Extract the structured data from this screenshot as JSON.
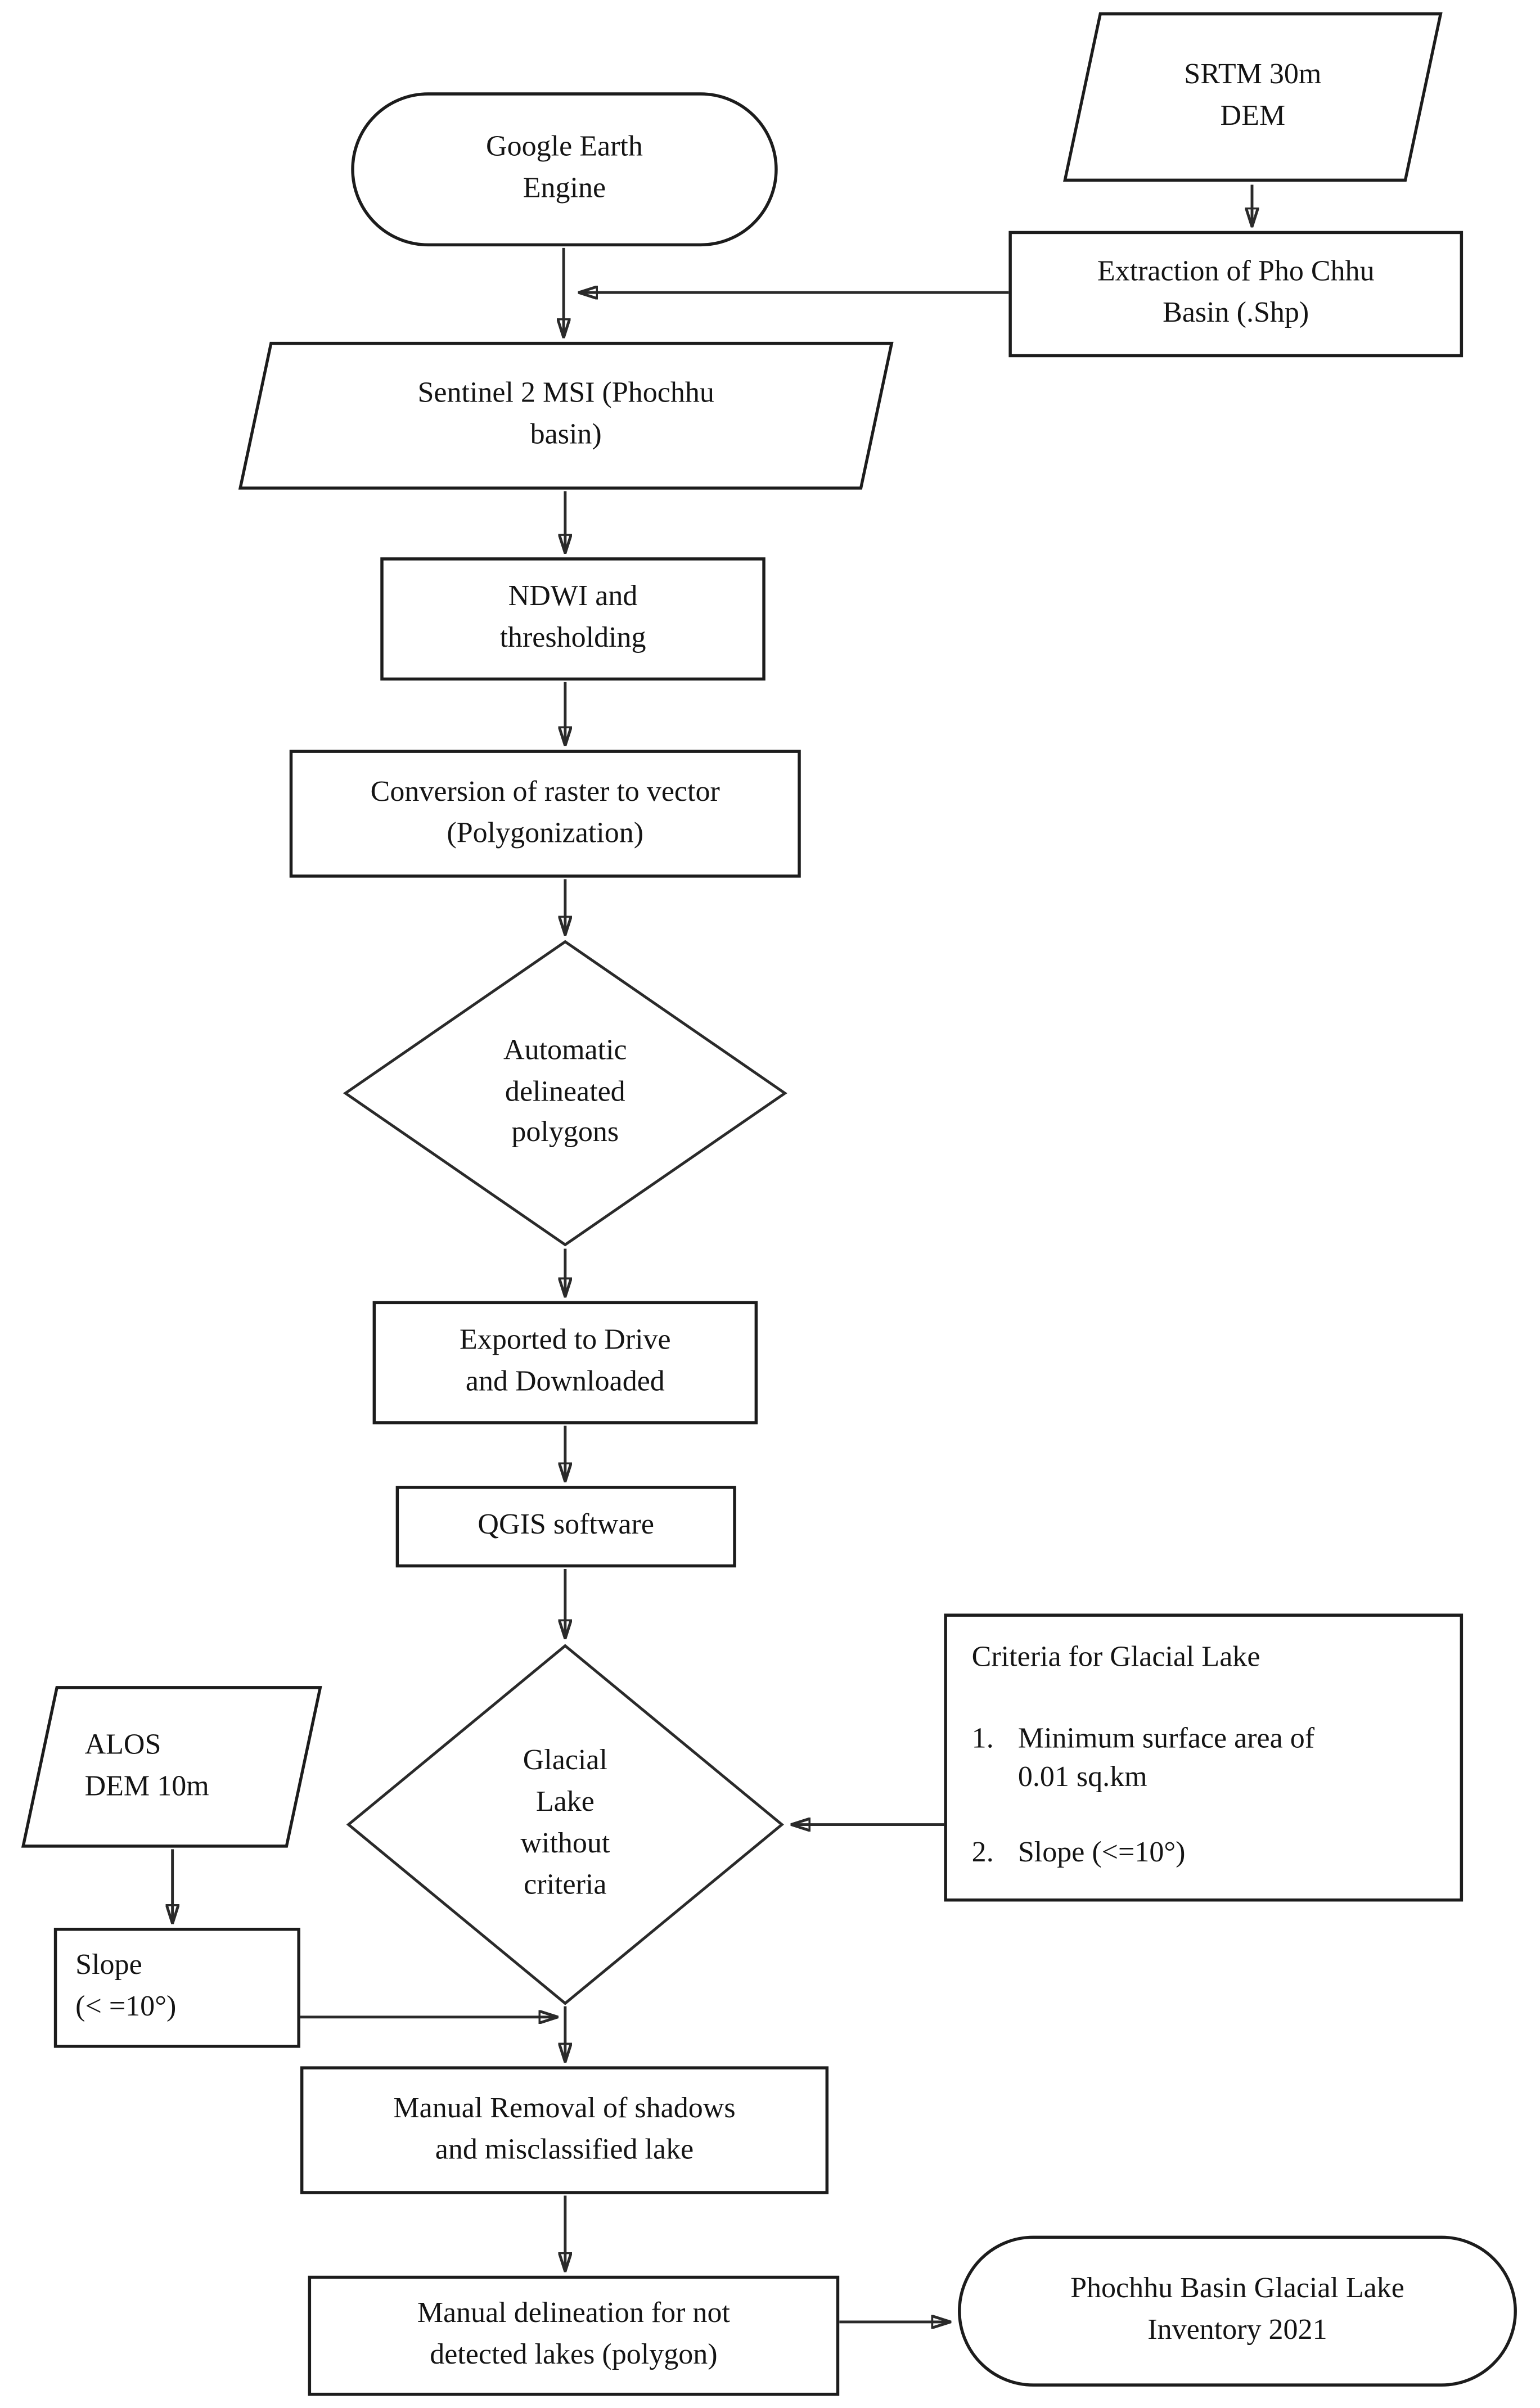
{
  "diagram": {
    "title_hint": "Glacial lake inventory methodology flowchart",
    "colors": {
      "background": "#ffffff",
      "line": "#2a2a2a",
      "shape_border": "#1c1c1c",
      "text": "#141414"
    },
    "nodes": {
      "google_earth_engine": {
        "label": "Google Earth\nEngine",
        "shape": "terminator"
      },
      "srtm_dem": {
        "label": "SRTM 30m\nDEM",
        "shape": "data"
      },
      "extraction_pho_chhu": {
        "label": "Extraction of Pho Chhu\nBasin (.Shp)",
        "shape": "process"
      },
      "sentinel_2_msi": {
        "label": "Sentinel 2 MSI (Phochhu\nbasin)",
        "shape": "data"
      },
      "ndwi_thresholding": {
        "label": "NDWI and\nthresholding",
        "shape": "process"
      },
      "raster_to_vector": {
        "label": "Conversion of raster to vector\n(Polygonization)",
        "shape": "process"
      },
      "automatic_polygons": {
        "label": "Automatic\ndelineated\npolygons",
        "shape": "decision"
      },
      "exported_drive": {
        "label": "Exported to Drive\nand Downloaded",
        "shape": "process"
      },
      "qgis_software": {
        "label": "QGIS software",
        "shape": "process"
      },
      "glacial_lake_without_criteria": {
        "label": "Glacial\nLake\nwithout\ncriteria",
        "shape": "decision"
      },
      "alos_dem": {
        "label": "ALOS\nDEM 10m",
        "shape": "data"
      },
      "slope": {
        "label": "Slope\n(< =10°)",
        "shape": "process"
      },
      "manual_removal": {
        "label": "Manual Removal of shadows\nand misclassified lake",
        "shape": "process"
      },
      "manual_delineation": {
        "label": "Manual delineation for not\ndetected lakes (polygon)",
        "shape": "process"
      },
      "inventory_2021": {
        "label": "Phochhu Basin Glacial Lake\nInventory 2021",
        "shape": "terminator"
      }
    },
    "criteria_box": {
      "title": "Criteria for Glacial Lake",
      "items": [
        {
          "num": "1.",
          "text": "Minimum surface area of 0.01 sq.km"
        },
        {
          "num": "2.",
          "text": "Slope (<=10°)"
        }
      ]
    }
  }
}
